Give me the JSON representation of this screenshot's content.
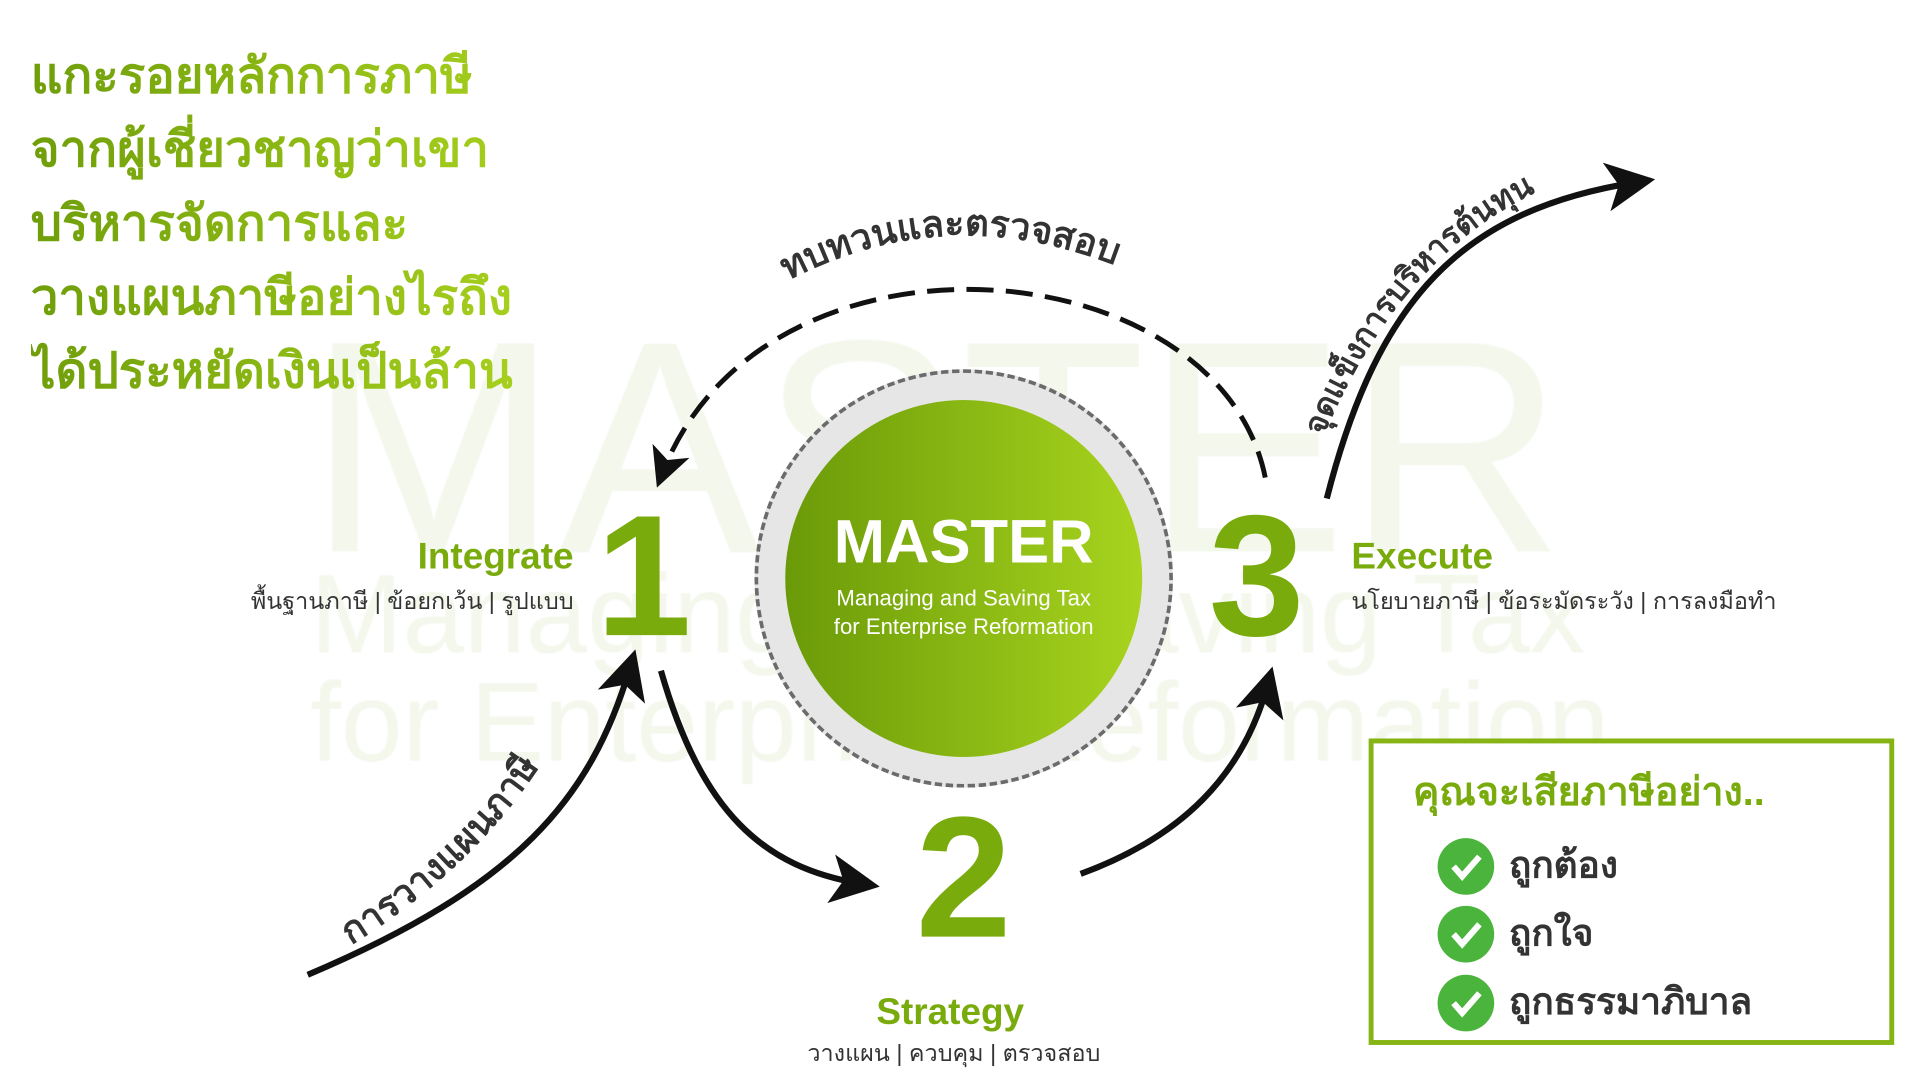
{
  "watermark": {
    "line1": "MASTER",
    "line2": "Managing and Saving Tax",
    "line3": "for Enterprise Reformation"
  },
  "headline": [
    "แกะรอยหลักการภาษี",
    "จากผู้เชี่ยวชาญว่าเขา",
    "บริหารจัดการและ",
    "วางแผนภาษีอย่างไรถึง",
    "ได้ประหยัดเงินเป็นล้าน"
  ],
  "center": {
    "title": "MASTER",
    "sub1": "Managing and Saving Tax",
    "sub2": "for Enterprise Reformation"
  },
  "steps": [
    {
      "number": "1",
      "title": "Integrate",
      "sub": "พื้นฐานภาษี | ข้อยกเว้น | รูปแบบ"
    },
    {
      "number": "2",
      "title": "Strategy",
      "sub": "วางแผน | ควบคุม | ตรวจสอบ"
    },
    {
      "number": "3",
      "title": "Execute",
      "sub": "นโยบายภาษี | ข้อระมัดระวัง | การลงมือทำ"
    }
  ],
  "arrow_labels": {
    "review": "ทบทวนและตรวจสอบ",
    "planning": "การวางแผนภาษี",
    "strength": "จุดแข็งการบริหารต้นทุน"
  },
  "box": {
    "title": "คุณจะเสียภาษีอย่าง..",
    "items": [
      "ถูกต้อง",
      "ถูกใจ",
      "ถูกธรรมาภิบาล"
    ]
  },
  "colors": {
    "green": "#7aab0d",
    "check": "#4bb43c"
  }
}
